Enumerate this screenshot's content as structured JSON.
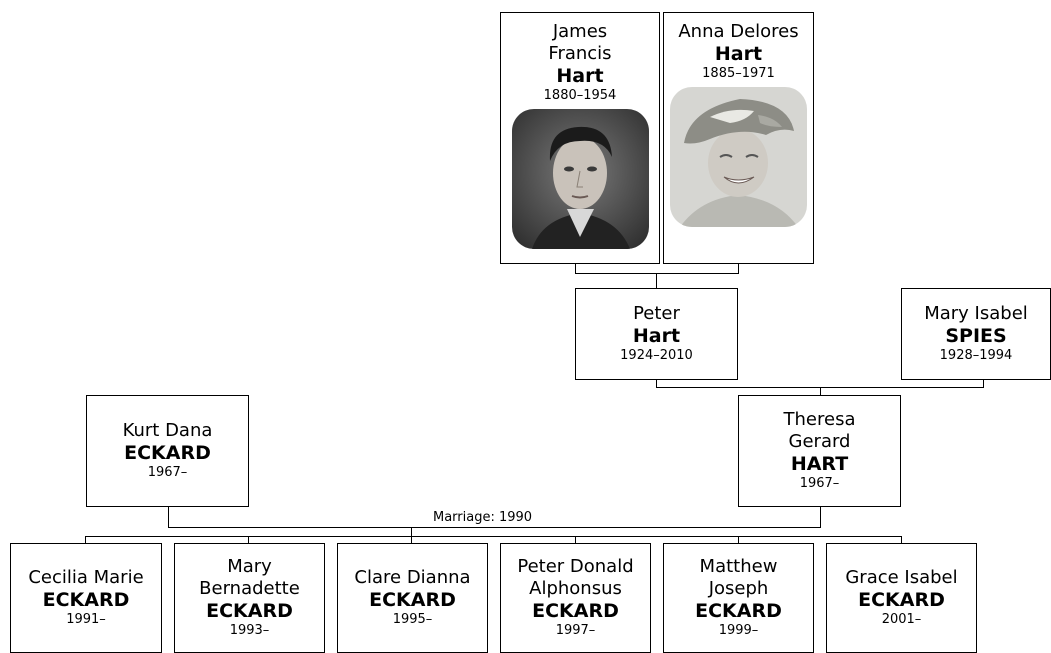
{
  "people": {
    "james": {
      "given": "James Francis",
      "surname": "Hart",
      "dates": "1880–1954",
      "photo": "portrait-man"
    },
    "anna": {
      "given": "Anna Delores",
      "surname": "Hart",
      "dates": "1885–1971",
      "photo": "portrait-woman-hat"
    },
    "peter": {
      "given": "Peter",
      "surname": "Hart",
      "dates": "1924–2010"
    },
    "mary_isabel": {
      "given": "Mary Isabel",
      "surname": "SPIES",
      "dates": "1928–1994"
    },
    "kurt": {
      "given": "Kurt Dana",
      "surname": "ECKARD",
      "dates": "1967–"
    },
    "theresa": {
      "given": "Theresa Gerard",
      "surname": "HART",
      "dates": "1967–"
    }
  },
  "marriage_label": "Marriage: 1990",
  "children": [
    {
      "given": "Cecilia Marie",
      "surname": "ECKARD",
      "dates": "1991–"
    },
    {
      "given": "Mary Bernadette",
      "surname": "ECKARD",
      "dates": "1993–"
    },
    {
      "given": "Clare Dianna",
      "surname": "ECKARD",
      "dates": "1995–"
    },
    {
      "given": "Peter Donald Alphonsus",
      "surname": "ECKARD",
      "dates": "1997–"
    },
    {
      "given": "Matthew Joseph",
      "surname": "ECKARD",
      "dates": "1999–"
    },
    {
      "given": "Grace Isabel",
      "surname": "ECKARD",
      "dates": "2001–"
    }
  ]
}
